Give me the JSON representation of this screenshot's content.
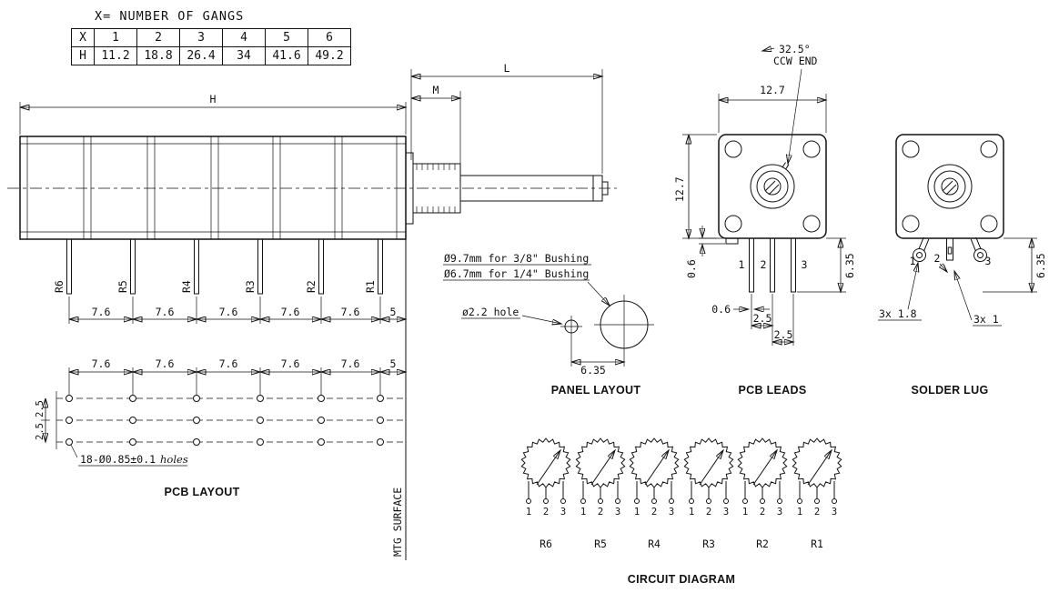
{
  "gang_table": {
    "title": "X= NUMBER OF GANGS",
    "row_x": [
      "X",
      "1",
      "2",
      "3",
      "4",
      "5",
      "6"
    ],
    "row_h": [
      "H",
      "11.2",
      "18.8",
      "26.4",
      "34",
      "41.6",
      "49.2"
    ]
  },
  "side_view": {
    "dim_h": "H",
    "dim_m": "M",
    "dim_l": "L",
    "pins": [
      "R6",
      "R5",
      "R4",
      "R3",
      "R2",
      "R1"
    ],
    "spacings": [
      "7.6",
      "7.6",
      "7.6",
      "7.6",
      "7.6",
      "5"
    ]
  },
  "pcb_layout": {
    "title": "PCB LAYOUT",
    "spacings": [
      "7.6",
      "7.6",
      "7.6",
      "7.6",
      "7.6",
      "5"
    ],
    "row_pitches": [
      "2.5",
      "2.5"
    ],
    "holes_note": "18-Ø0.85±0.1",
    "holes_note_suffix": "holes",
    "mtg_surface_label": "MTG SURFACE"
  },
  "panel_layout": {
    "title": "PANEL LAYOUT",
    "bushing_note_large": "Ø9.7mm for 3/8\" Bushing",
    "bushing_note_small": "Ø6.7mm for 1/4\" Bushing",
    "hole_note": "ø2.2 hole",
    "center_distance": "6.35"
  },
  "pcb_leads": {
    "title": "PCB LEADS",
    "angle_label": "32.5°",
    "ccw_label": "CCW END",
    "dim_width": "12.7",
    "dim_height": "12.7",
    "dim_tab": "0.6",
    "dim_pin_width": "0.6",
    "dim_pitch_a": "2.5",
    "dim_pitch_b": "2.5",
    "dim_pin_length": "6.35",
    "pin_numbers": [
      "1",
      "2",
      "3"
    ]
  },
  "solder_lug": {
    "title": "SOLDER LUG",
    "pin_numbers": [
      "1",
      "2",
      "3"
    ],
    "dim_hole": "3x 1.8",
    "dim_thickness": "3x 1",
    "dim_lug_length": "6.35"
  },
  "circuit_diagram": {
    "title": "CIRCUIT DIAGRAM",
    "units": [
      "R6",
      "R5",
      "R4",
      "R3",
      "R2",
      "R1"
    ],
    "terminals": [
      "1",
      "2",
      "3"
    ]
  }
}
